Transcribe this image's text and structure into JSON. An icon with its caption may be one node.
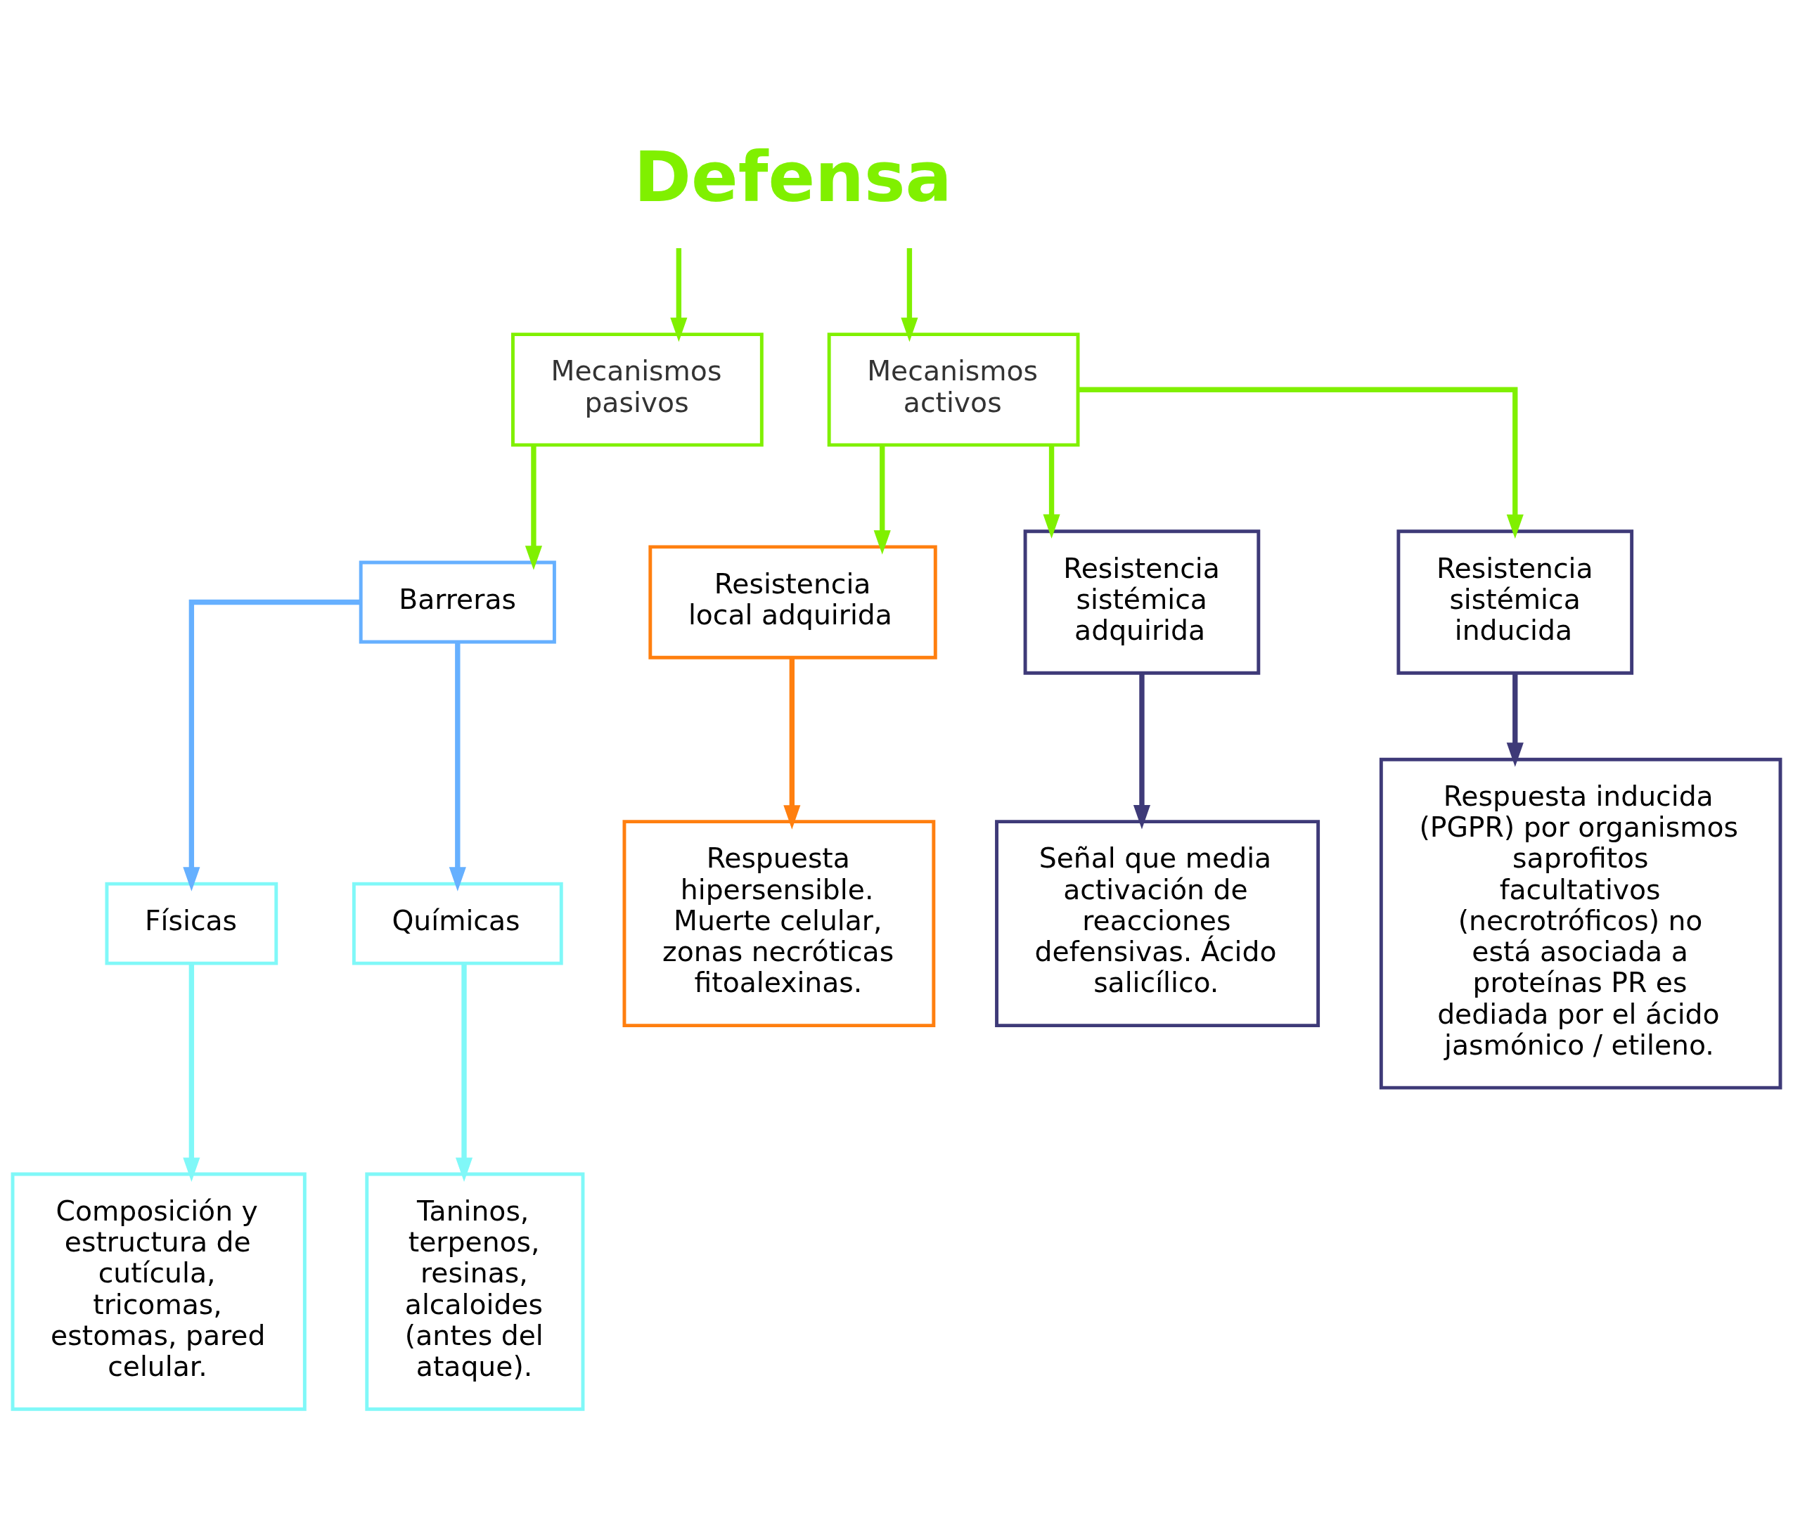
{
  "diagram": {
    "nodes": [
      {
        "text": [
          "Defensa"
        ]
      },
      {
        "text": [
          "Mecanismos pasivos"
        ]
      },
      {
        "text": [
          "Mecanismos activos"
        ]
      },
      {
        "text": [
          "Barreras"
        ]
      },
      {
        "text": [
          "Físicas"
        ]
      },
      {
        "text": [
          "Químicas"
        ]
      },
      {
        "text": [
          "Composición y estructura de cutícula, tricomas, estomas, pared celular."
        ]
      },
      {
        "text": [
          "Taninos, terpenos, resinas, alcaloides (antes del ataque)."
        ]
      },
      {
        "text": [
          "Resistencia local adquirida"
        ]
      },
      {
        "text": [
          "Resistencia sistémica adquirida"
        ]
      },
      {
        "text": [
          "Resistencia sistémica inducida"
        ]
      },
      {
        "text": [
          "Respuesta hipersensible. Muerte celular, zonas necróticas fitoalexinas."
        ]
      },
      {
        "text": [
          "Señal que media activación de reacciones defensivas. Ácido salicílico."
        ]
      },
      {
        "text": [
          "Respuesta inducida (PGPR) por organismos saprofitos facultativos (necrotróficos) no está asociada a proteínas PR es dediada por el ácido jasmónico / etileno."
        ]
      }
    ],
    "edges": [
      {
        "from": 0,
        "to": 1,
        "arrow": "to"
      },
      {
        "from": 0,
        "to": 2,
        "arrow": "to"
      },
      {
        "from": 1,
        "to": 3,
        "arrow": "to"
      },
      {
        "from": 3,
        "to": 4,
        "arrow": "to",
        "color": "#66b0ff"
      },
      {
        "from": 3,
        "to": 5,
        "arrow": "to",
        "color": "#66b0ff"
      },
      {
        "from": 4,
        "to": 6,
        "arrow": "to",
        "color": "#80f8f8"
      },
      {
        "from": 5,
        "to": 7,
        "arrow": "to",
        "color": "#80f8f8"
      },
      {
        "from": 2,
        "to": 8,
        "arrow": "to"
      },
      {
        "from": 2,
        "to": 9,
        "arrow": "to"
      },
      {
        "from": 2,
        "to": 10,
        "arrow": "to"
      },
      {
        "from": 8,
        "to": 11,
        "arrow": "to",
        "color": "#ff7f0f"
      },
      {
        "from": 9,
        "to": 12,
        "arrow": "to",
        "color": "#3e3a78"
      },
      {
        "from": 10,
        "to": 13,
        "arrow": "to",
        "color": "#3e3a78"
      }
    ]
  }
}
